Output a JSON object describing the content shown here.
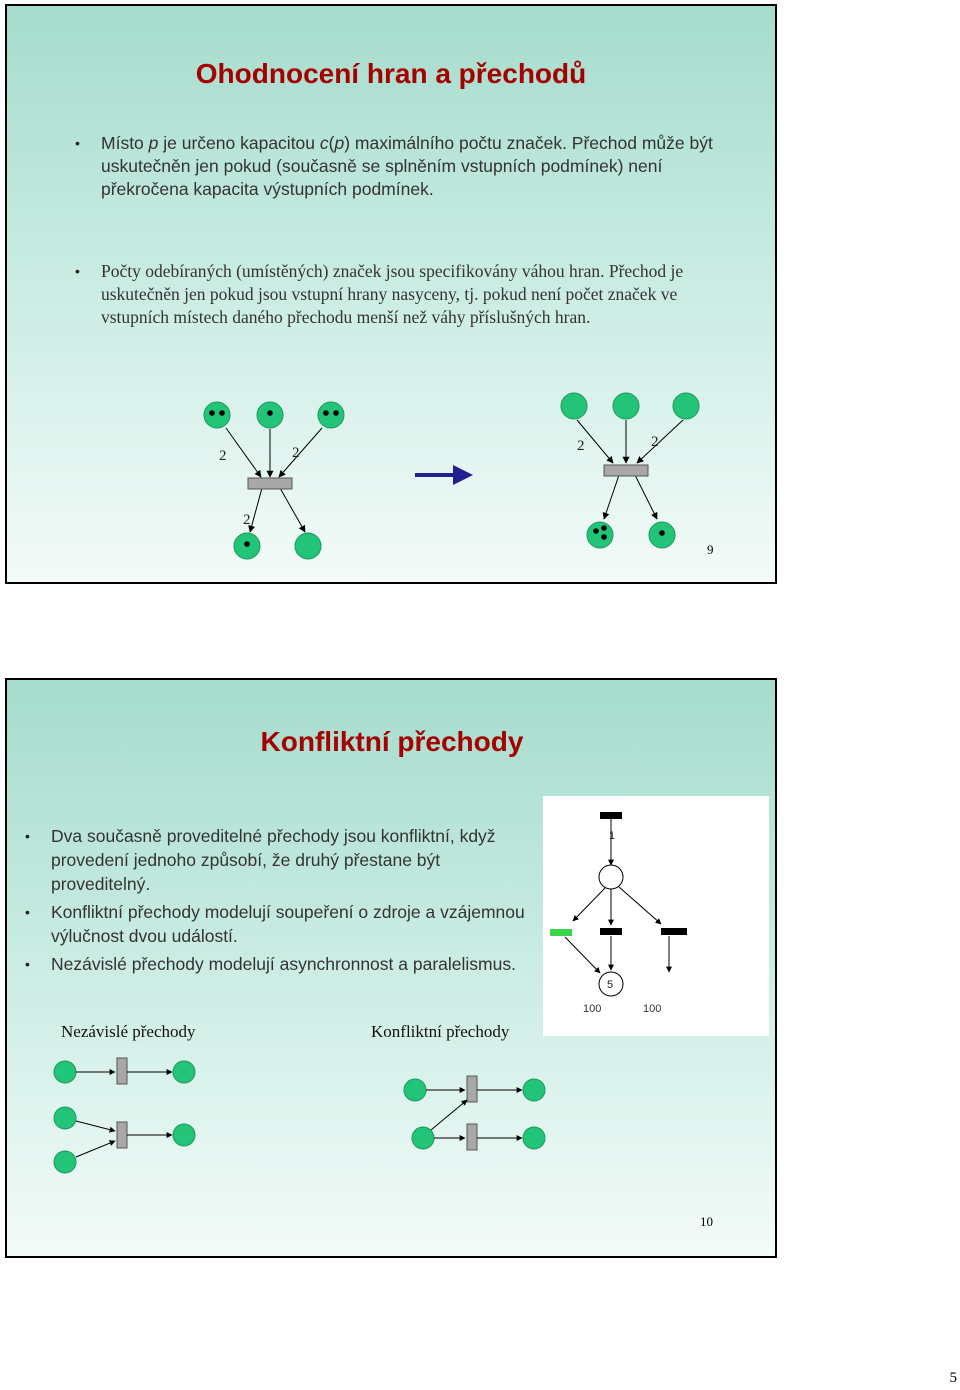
{
  "slide1": {
    "title": "Ohodnocení hran a přechodů",
    "bullet1": {
      "pre": "Místo ",
      "p": "p",
      "mid": " je určeno kapacitou ",
      "c": "c",
      "cp": "(",
      "p2": "p",
      "rest": ") maximálního počtu značek. Přechod může být uskutečněn jen pokud  (současně se splněním vstupních podmínek) není překročena kapacita výstupních podmínek."
    },
    "bullet2": "Počty odebíraných (umístěných) značek jsou specifikovány váhou hran. Přechod je uskutečněn jen pokud jsou vstupní hrany nasyceny, tj. pokud není počet značek ve vstupních místech daného přechodu menší než váhy příslušných hran.",
    "weights": {
      "left_in1": "2",
      "left_in2": "2",
      "left_out": "2",
      "right_in1": "2",
      "right_in2": "2"
    },
    "slide_number": "9",
    "colors": {
      "place": "#22c477",
      "transition": "#a8a8a8",
      "arrow": "#1f1f8f",
      "title": "#a40000"
    }
  },
  "slide2": {
    "title": "Konfliktní přechody",
    "bullets": [
      "Dva současně proveditelné přechody jsou konfliktní, když provedení jednoho způsobí, že druhý přestane být proveditelný.",
      "Konfliktní přechody modelují soupeření o zdroje a vzájemnou výlučnost dvou událostí.",
      "Nezávislé přechody modelují asynchronnost a paralelismus."
    ],
    "figure": {
      "top_weight": "1",
      "place_capacity": "5",
      "left_weight": "100",
      "right_weight": "100"
    },
    "caption_independent": "Nezávislé přechody",
    "caption_conflict": "Konfliktní přechody",
    "slide_number": "10"
  },
  "page_number": "5"
}
